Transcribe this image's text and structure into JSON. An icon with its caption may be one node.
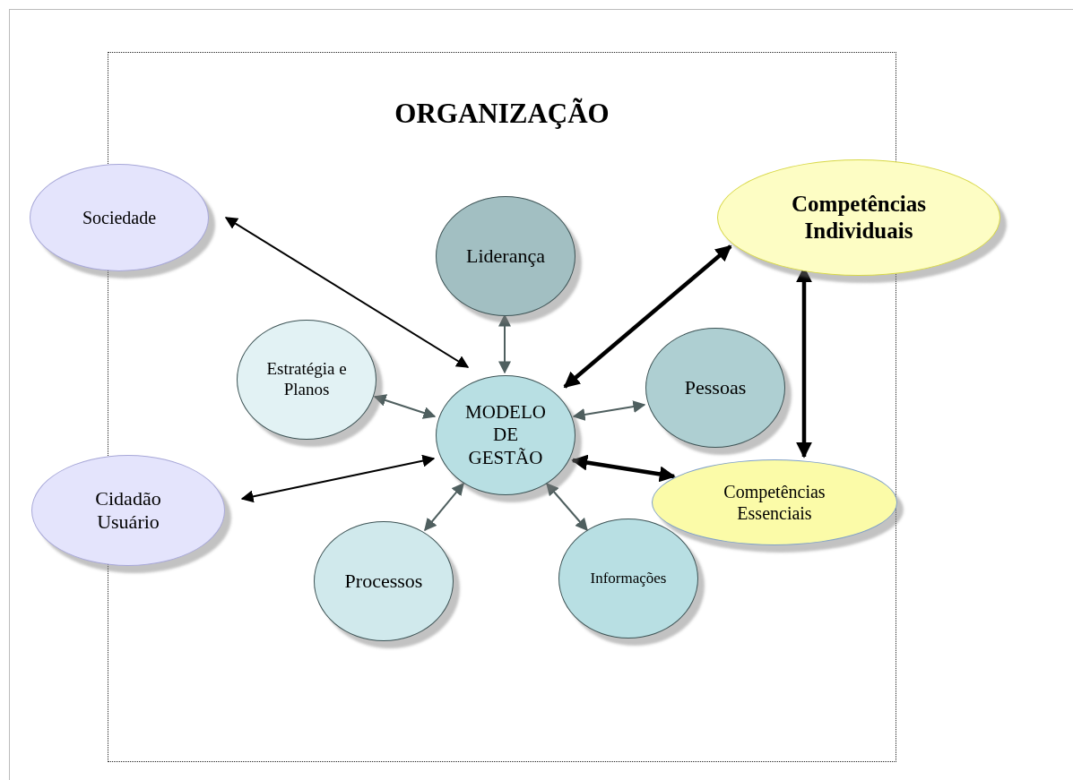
{
  "diagram": {
    "nodes": [
      {
        "text": [
          "ORGANIZAÇÃO"
        ]
      },
      {
        "text": [
          "Sociedade"
        ]
      },
      {
        "text": [
          "Competências Individuais"
        ]
      },
      {
        "text": [
          "Liderança"
        ],
        "in": 0
      },
      {
        "text": [
          "Estratégia e Planos"
        ],
        "in": 0
      },
      {
        "text": [
          "MODELO DE GESTÃO"
        ],
        "in": 0
      },
      {
        "text": [
          "Pessoas"
        ],
        "in": 0
      },
      {
        "text": [
          "Cidadão Usuário"
        ]
      },
      {
        "text": [
          "Competências Essenciais"
        ],
        "in": 0
      },
      {
        "text": [
          "Processos"
        ],
        "in": 0
      },
      {
        "text": [
          "Informações"
        ],
        "in": 0
      }
    ],
    "edges": [
      {
        "from": 1,
        "to": 5,
        "arrow": "both"
      },
      {
        "from": 3,
        "to": 5,
        "arrow": "both",
        "color": "#4f5f5f"
      },
      {
        "from": 2,
        "to": 5,
        "arrow": "both",
        "style": "thick"
      },
      {
        "from": 4,
        "to": 5,
        "arrow": "both",
        "color": "#4f5f5f"
      },
      {
        "from": 6,
        "to": 5,
        "arrow": "both",
        "color": "#4f5f5f"
      },
      {
        "from": 2,
        "to": 8,
        "arrow": "both",
        "style": "thick"
      },
      {
        "from": 7,
        "to": 5,
        "arrow": "both"
      },
      {
        "from": 8,
        "to": 5,
        "arrow": "both",
        "style": "thick"
      },
      {
        "from": 9,
        "to": 5,
        "arrow": "both",
        "color": "#4f5f5f"
      },
      {
        "from": 10,
        "to": 5,
        "arrow": "both",
        "color": "#4f5f5f"
      }
    ]
  }
}
